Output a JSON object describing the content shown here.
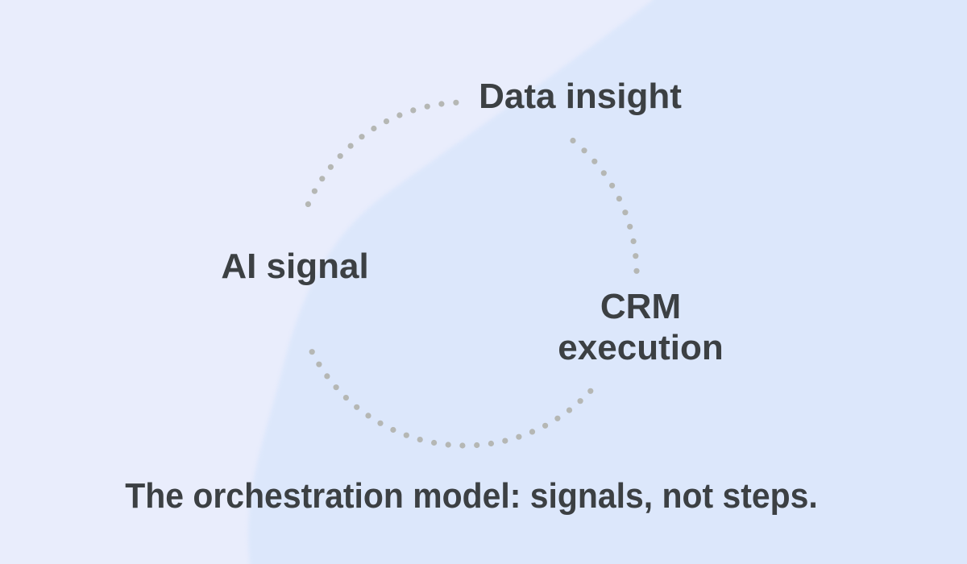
{
  "diagram": {
    "labels": {
      "top": "Data insight",
      "left": "AI signal",
      "right_line1": "CRM",
      "right_line2": "execution"
    },
    "caption": "The orchestration model: signals, not steps."
  },
  "colors": {
    "background": "#e9edfc",
    "blob": "#dce7fb",
    "text": "#3c4043",
    "dot": "#b5b7b4"
  }
}
